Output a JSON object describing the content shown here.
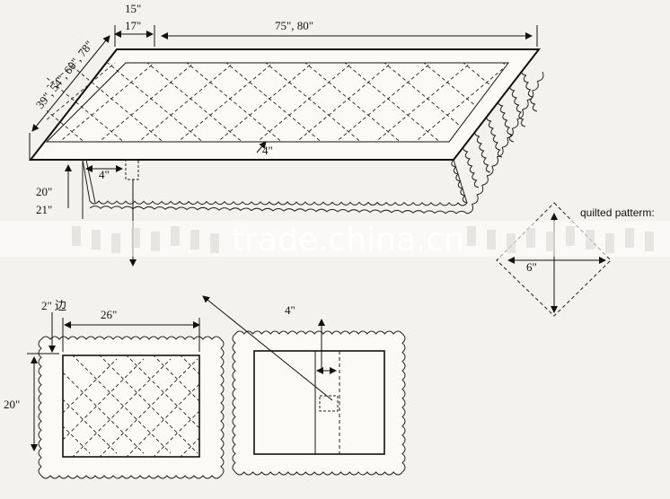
{
  "mattress": {
    "label_width": "39\", 54\", 60\", 78\"",
    "label_length": "75\", 80\"",
    "label_inset_outer": "15\"",
    "label_inset_inner": "17\"",
    "label_quilt_gap": "4\"",
    "label_corner_gap": "4\"",
    "label_skirt_1": "20\"",
    "label_skirt_2": "21\""
  },
  "pattern": {
    "title": "quilted patterm:",
    "label_spacing": "6\""
  },
  "sham_left": {
    "label_border": "2\" 边",
    "label_width": "26\"",
    "label_height": "20\""
  },
  "sham_right": {
    "label_overlap": "4\""
  },
  "watermark": {
    "text": "trade.china.cn"
  }
}
